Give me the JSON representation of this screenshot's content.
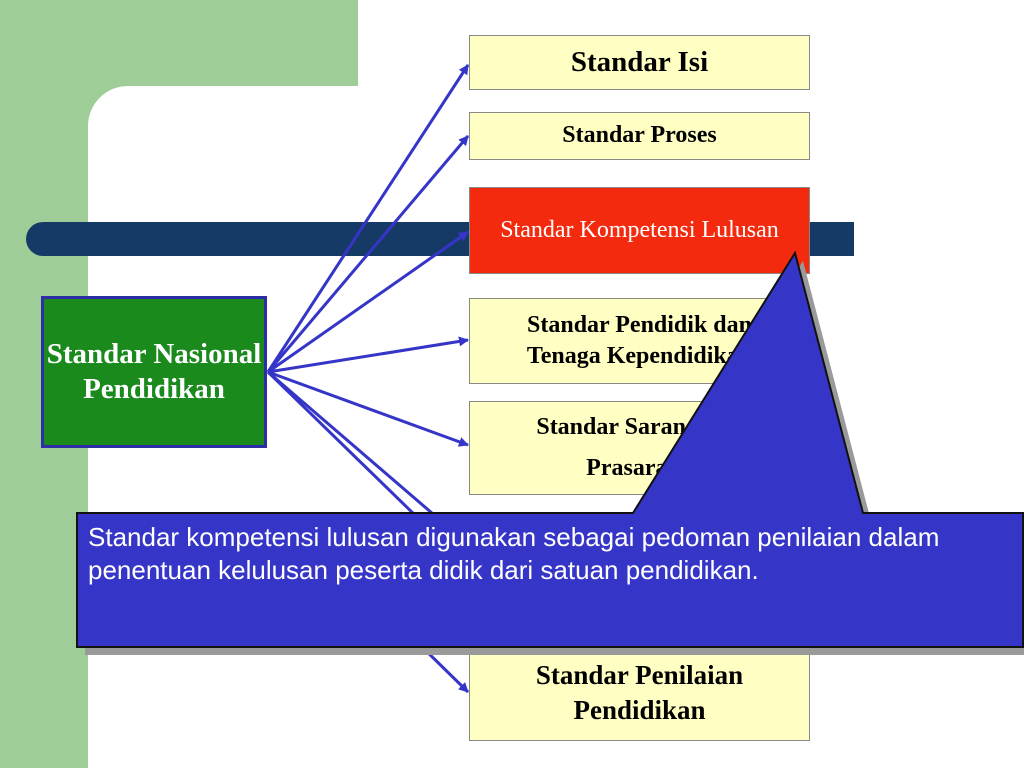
{
  "source": {
    "label": "Standar Nasional Pendidikan"
  },
  "targets": [
    {
      "label": "Standar Isi"
    },
    {
      "label": "Standar Proses"
    },
    {
      "label": "Standar Kompetensi Lulusan"
    },
    {
      "label": "Standar Pendidik dan Tenaga Kependidikan"
    },
    {
      "label": "Standar Sarana dan Prasarana"
    },
    {
      "label": "Standar Penilaian Pendidikan"
    }
  ],
  "callout": {
    "text": "Standar kompetensi lulusan digunakan sebagai pedoman penilaian dalam penentuan kelulusan peserta didik dari satuan pendidikan."
  },
  "colors": {
    "background_green": "#9fcd98",
    "bar": "#163a66",
    "source_fill": "#1a8a1d",
    "box_fill": "#ffffc4",
    "highlight_fill": "#f42a0e",
    "arrow": "#3535c8",
    "callout_fill": "#3535c8"
  }
}
